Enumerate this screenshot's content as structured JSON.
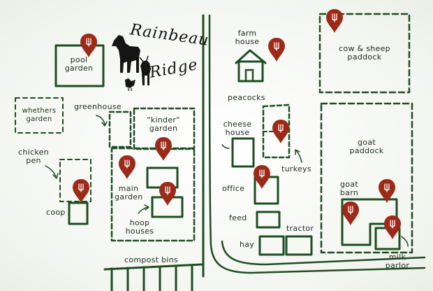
{
  "logo": {
    "line1": "Rainbeau",
    "line2": "Ridge"
  },
  "labels": {
    "pool_garden": [
      "pool",
      "garden"
    ],
    "whethers_garden": [
      "whethers",
      "garden"
    ],
    "greenhouse": "greenhouse",
    "kinder_garden": [
      "\"kinder\"",
      "garden"
    ],
    "chicken_pen": [
      "chicken",
      "pen"
    ],
    "coop": "coop",
    "main_garden": [
      "main",
      "garden"
    ],
    "hoop_houses": [
      "hoop",
      "houses"
    ],
    "compost_bins": "compost bins",
    "farm_house": [
      "farm",
      "house"
    ],
    "peacocks": "peacocks",
    "cheese_house": [
      "cheese",
      "house"
    ],
    "turkeys": "turkeys",
    "office": "office",
    "feed": "feed",
    "tractor": "tractor",
    "hay": "hay",
    "cow_sheep_paddock": [
      "cow & sheep",
      "paddock"
    ],
    "goat_paddock": [
      "goat",
      "paddock"
    ],
    "goat_barn": [
      "goat",
      "barn"
    ],
    "milk_parlor": [
      "milk",
      "parlor"
    ]
  },
  "colors": {
    "ink": "#1d4d22",
    "pin": "#9c2a18",
    "text": "#1c2a1c"
  },
  "icons": {
    "pin": "map-pin-icon",
    "horse": "horse-icon",
    "goat": "goat-icon",
    "chicken": "chicken-icon",
    "house": "farmhouse-icon"
  }
}
